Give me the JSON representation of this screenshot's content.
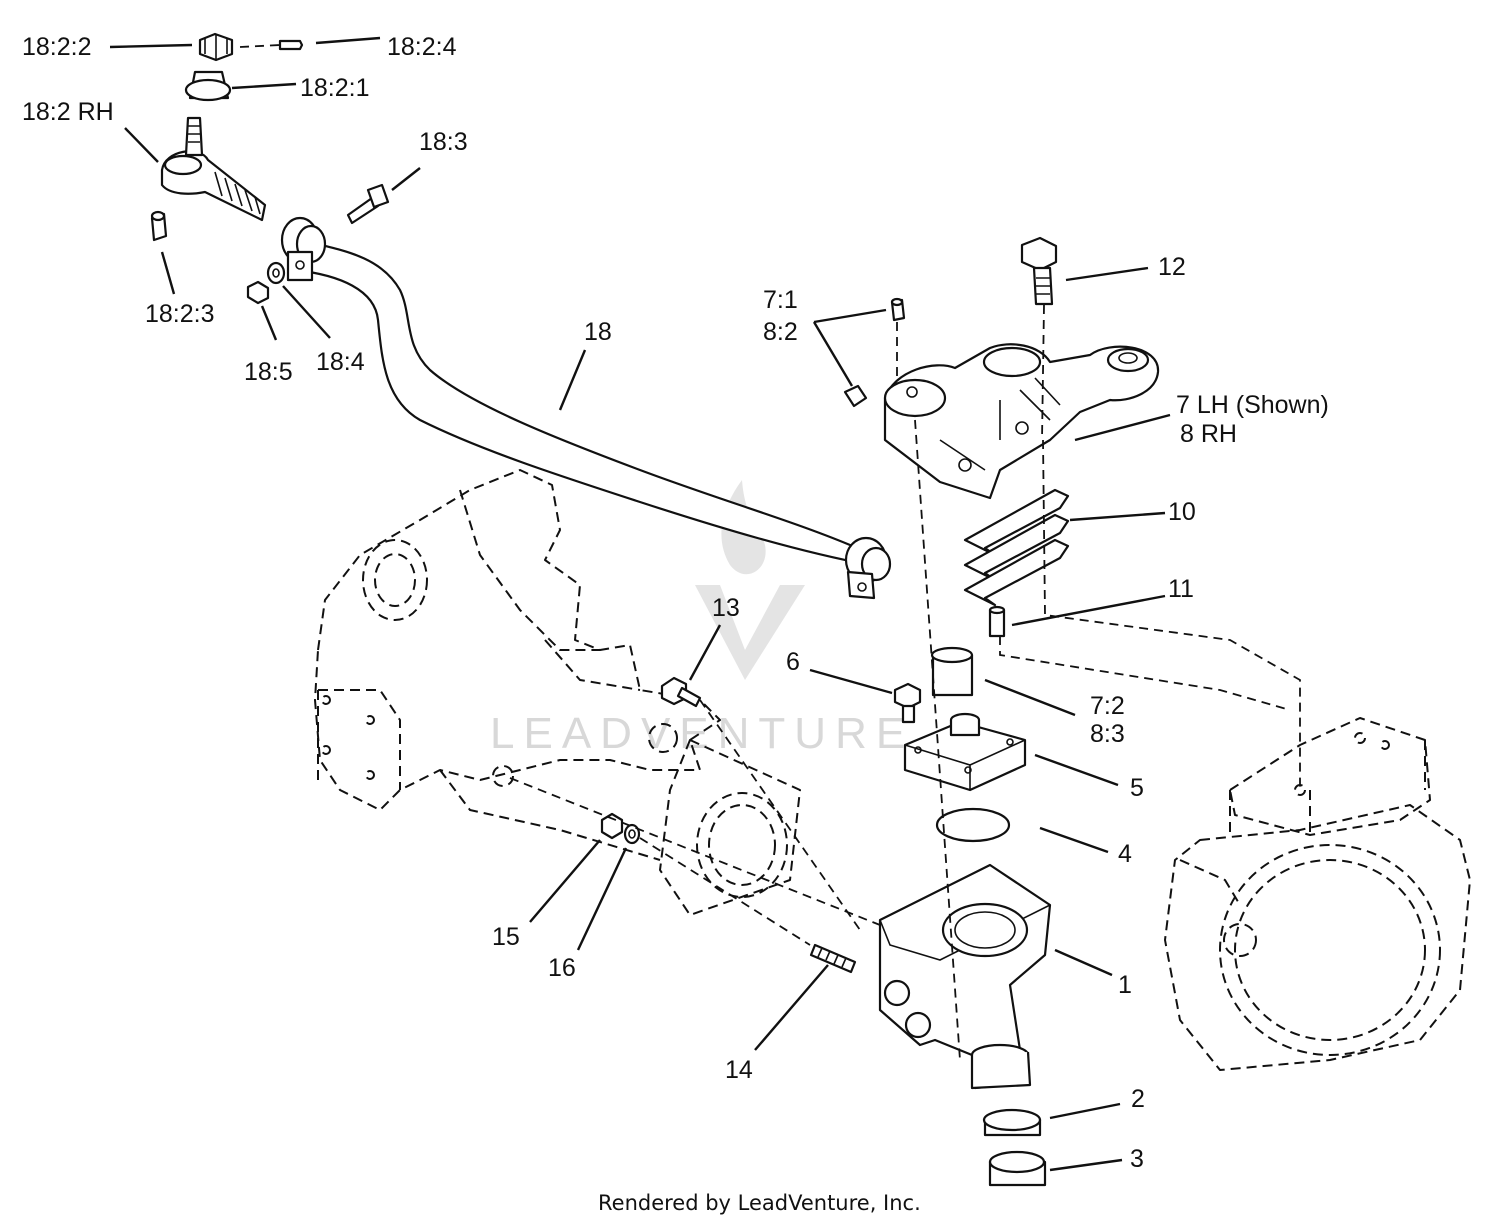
{
  "labels": {
    "l_18_2_2": "18:2:2",
    "l_18_2_4": "18:2:4",
    "l_18_2_1": "18:2:1",
    "l_18_2_rh": "18:2 RH",
    "l_18_3": "18:3",
    "l_18_2_3": "18:2:3",
    "l_18_5": "18:5",
    "l_18_4": "18:4",
    "l_18": "18",
    "l_12": "12",
    "l_7_1": "7:1",
    "l_8_2": "8:2",
    "l_7_lh": "7 LH (Shown)",
    "l_8_rh": "8 RH",
    "l_10": "10",
    "l_11": "11",
    "l_13": "13",
    "l_6": "6",
    "l_7_2": "7:2",
    "l_8_3": "8:3",
    "l_5": "5",
    "l_4": "4",
    "l_1": "1",
    "l_15": "15",
    "l_16": "16",
    "l_14": "14",
    "l_2": "2",
    "l_3": "3"
  },
  "watermark": "LEADVENTURE",
  "footer": "Rendered by LeadVenture, Inc.",
  "colors": {
    "line": "#111111",
    "watermark": "#d8d8d8",
    "background": "#ffffff"
  }
}
